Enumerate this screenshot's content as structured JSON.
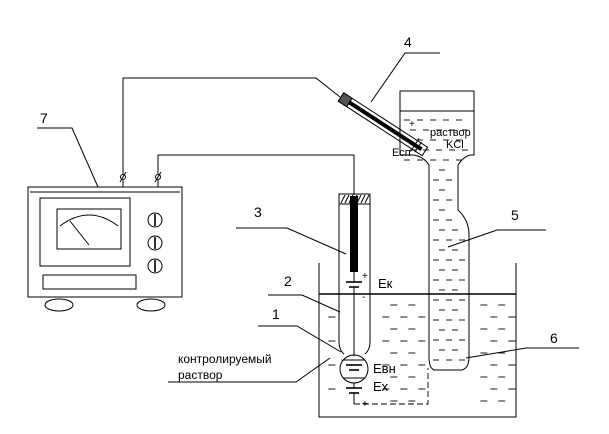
{
  "labels": {
    "n1": "1",
    "n2": "2",
    "n3": "3",
    "n4": "4",
    "n5": "5",
    "n6": "6",
    "n7": "7"
  },
  "electrodes": {
    "ek": "Ек",
    "evn": "Евн",
    "ex": "Ех",
    "escp": "Есп"
  },
  "solution": {
    "line1": "раствор",
    "line2": "KCl"
  },
  "test_solution": {
    "line1": "контролируемый",
    "line2": "раствор"
  },
  "signs": {
    "plus": "+",
    "minus": "-"
  }
}
